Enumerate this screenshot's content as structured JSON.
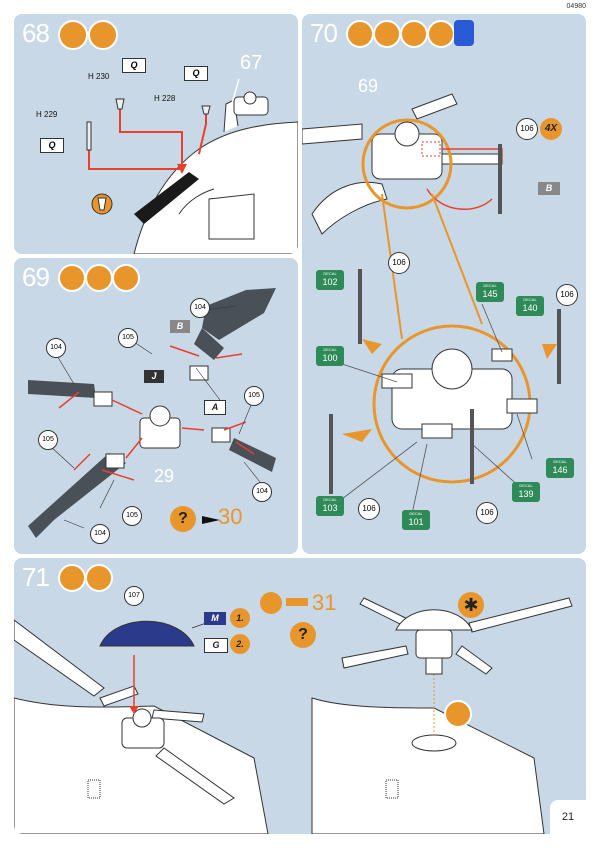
{
  "header": {
    "code": "04980"
  },
  "page": {
    "number": "21"
  },
  "colors": {
    "panel": "#c9d8e6",
    "accent": "#e8962c",
    "arrow": "#e8402c",
    "blade": "#4a5058",
    "cap": "#2c3a8c"
  },
  "steps": [
    {
      "number": "68",
      "icons": [
        "glue-icon",
        "paint-brush-icon"
      ],
      "labels": {
        "q1": "Q",
        "q2": "Q",
        "q3": "Q",
        "h230": "H 230",
        "h229": "H 229",
        "h228": "H 228",
        "ref": "67"
      }
    },
    {
      "number": "69",
      "icons": [
        "glue-icon",
        "paint-brush-icon",
        "clock-icon"
      ],
      "labels": {
        "p104a": "104",
        "p104b": "104",
        "p104c": "104",
        "p104d": "104",
        "p105a": "105",
        "p105b": "105",
        "p105c": "105",
        "p105d": "105",
        "colB": "B",
        "colJ": "J",
        "colA": "A",
        "ref": "29",
        "goto": "30"
      }
    },
    {
      "number": "70",
      "icons": [
        "glue-icon",
        "paint-brush-icon",
        "decal-icon",
        "clock-icon",
        "water-icon"
      ],
      "labels": {
        "ref": "69",
        "p106a": "106",
        "p106b": "106",
        "p106c": "106",
        "p106d": "106",
        "p106e": "106",
        "qty": "4X",
        "colB": "B",
        "decal_word": "DECAL",
        "d102": "102",
        "d145": "145",
        "d140": "140",
        "d100": "100",
        "d146": "146",
        "d139": "139",
        "d103": "103",
        "d101": "101"
      }
    },
    {
      "number": "71",
      "icons": [
        "glue-icon",
        "paint-brush-icon"
      ],
      "labels": {
        "p107": "107",
        "colM": "M",
        "colG": "G",
        "n1": "1.",
        "n2": "2.",
        "goto": "31"
      }
    }
  ]
}
